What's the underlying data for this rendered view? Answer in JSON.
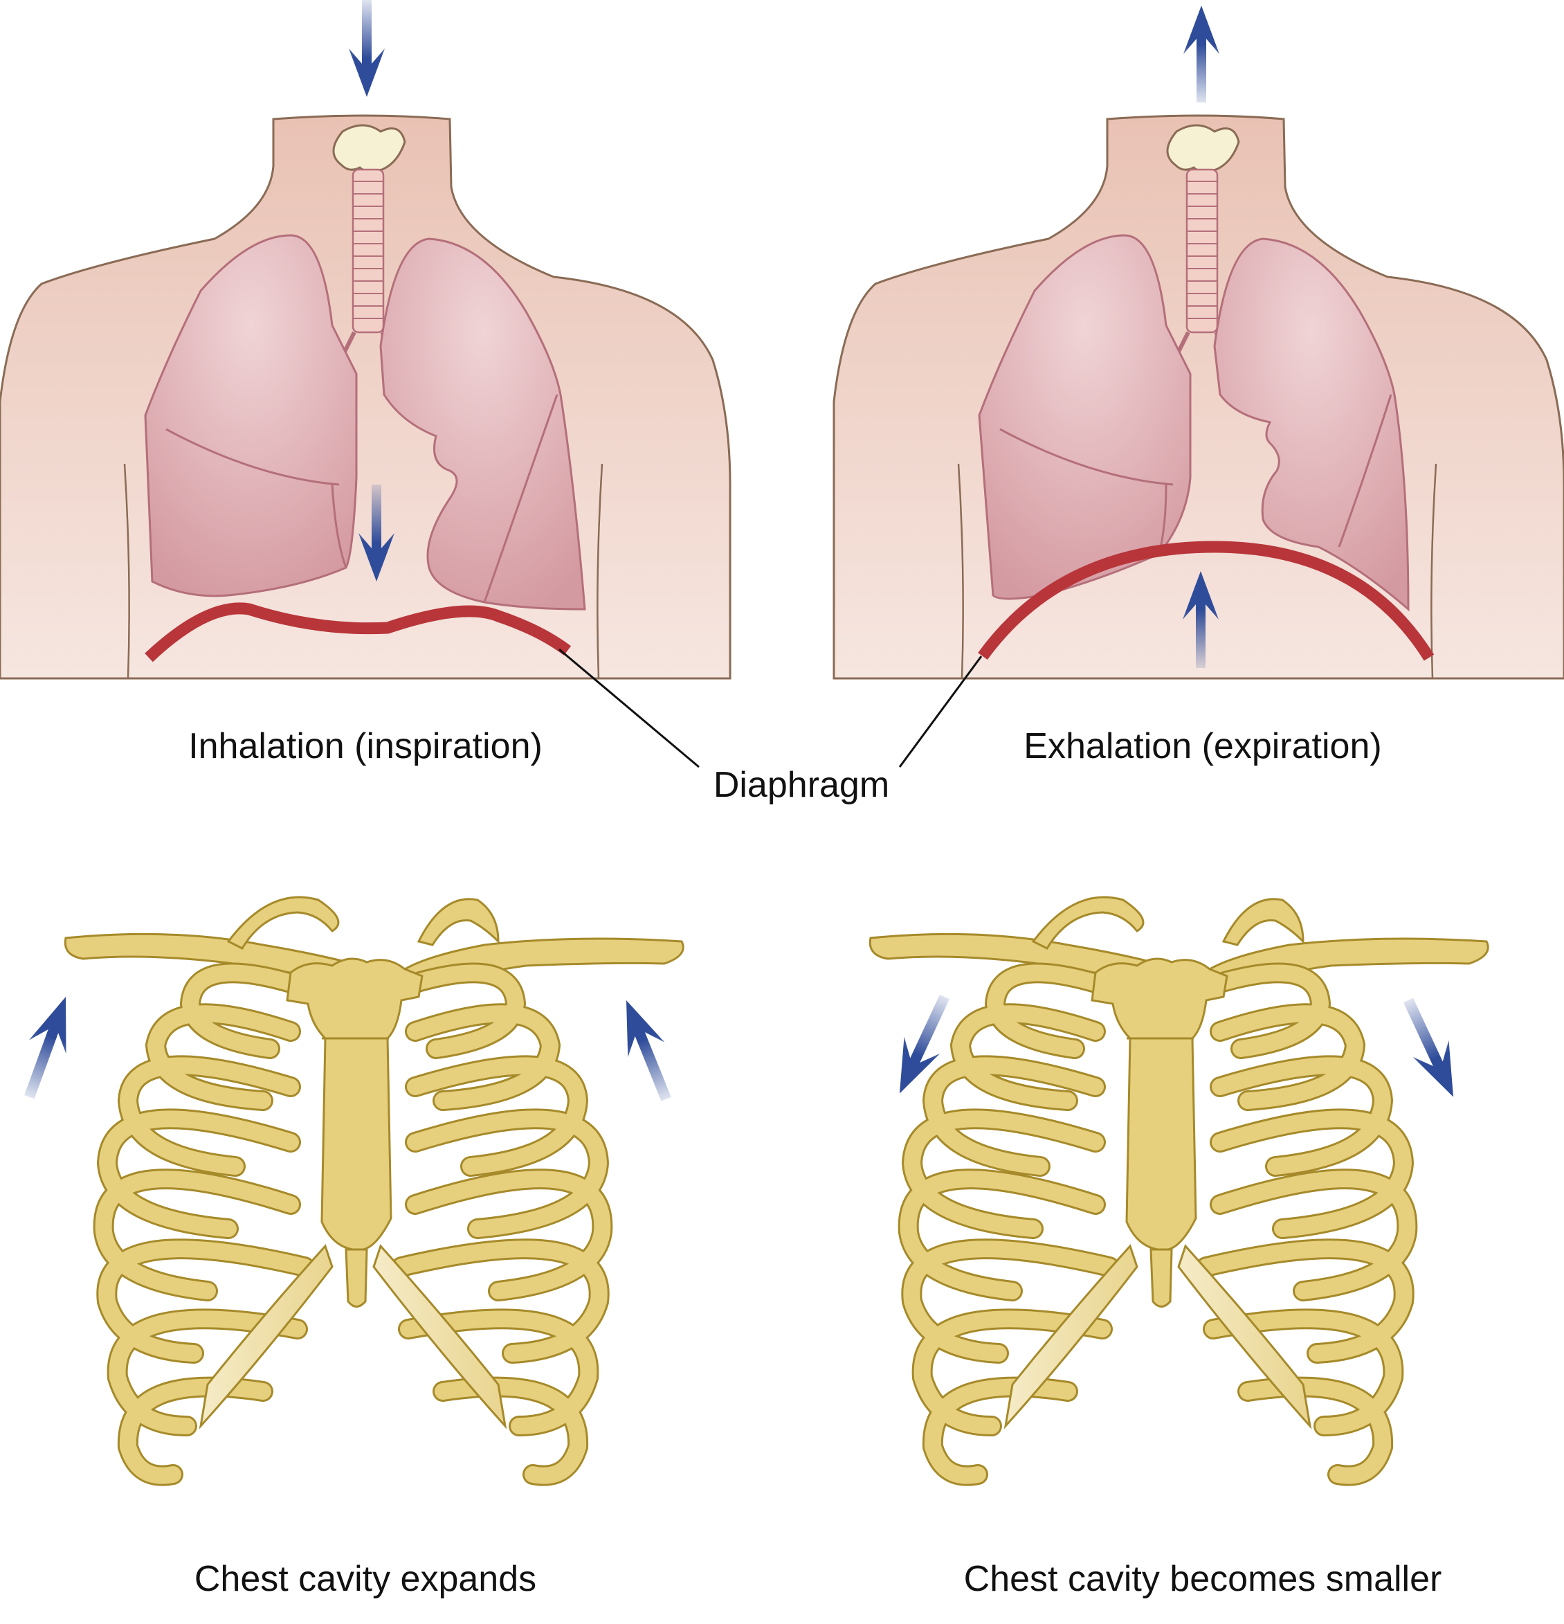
{
  "labels": {
    "inhalation": "Inhalation (inspiration)",
    "exhalation": "Exhalation (expiration)",
    "diaphragm": "Diaphragm",
    "expands": "Chest cavity expands",
    "smaller": "Chest cavity becomes smaller"
  },
  "colors": {
    "skin_top": "#e9c2b4",
    "skin_bottom": "#f6e6e0",
    "skin_outline": "#8a6b55",
    "lung_fill": "#dba9ae",
    "lung_outline": "#b46f7a",
    "diaphragm": "#b8353a",
    "arrow": "#2f4c9a",
    "bone_fill": "#e6d07e",
    "bone_outline": "#a68a2a",
    "cartilage": "#f4eac6",
    "thyroid": "#f6f1d3"
  }
}
